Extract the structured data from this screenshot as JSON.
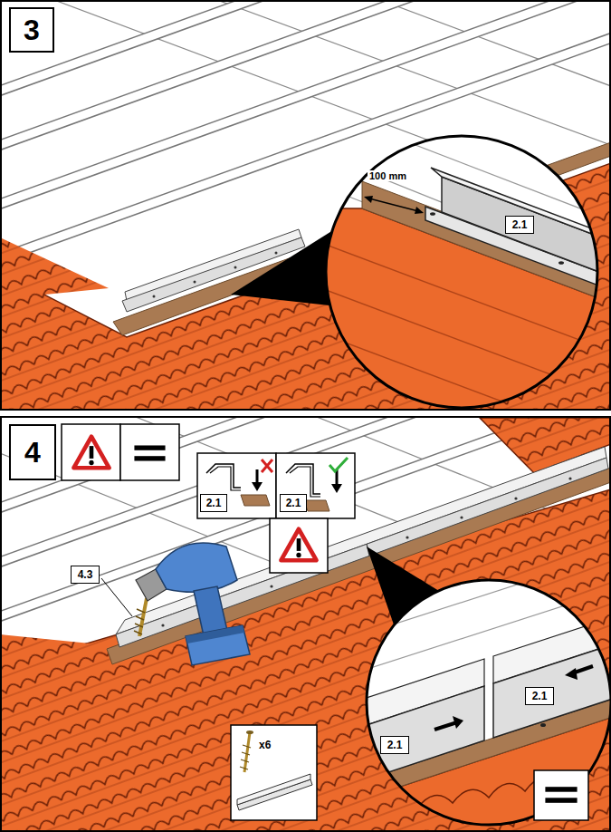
{
  "diagram": {
    "nodes": [
      {
        "text": [
          "3"
        ]
      },
      {
        "text": [
          "2.1"
        ]
      },
      {
        "text": [
          "4"
        ]
      },
      {
        "text": [
          "2.1"
        ]
      },
      {
        "text": [
          "2.1"
        ]
      },
      {
        "text": [
          "4.3"
        ]
      },
      {
        "text": [
          "2.1"
        ]
      },
      {
        "text": [
          "2.1"
        ]
      }
    ],
    "labels": [
      "100 mm",
      "x6"
    ]
  }
}
